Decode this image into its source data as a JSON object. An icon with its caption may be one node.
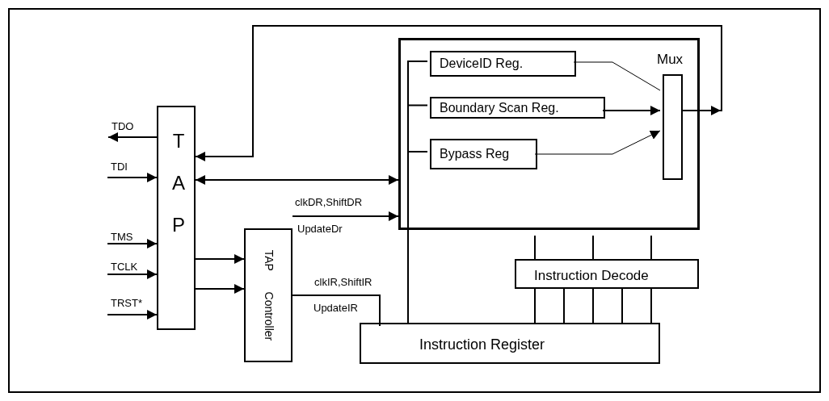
{
  "diagram": {
    "nodes": [
      {
        "text": [
          "T A P"
        ]
      },
      {
        "text": [
          "TAP Controller"
        ]
      },
      {
        "text": [],
        "shape": "box"
      },
      {
        "text": [
          "DeviceID Reg."
        ],
        "in": 2
      },
      {
        "text": [
          "Boundary Scan Reg."
        ],
        "in": 2
      },
      {
        "text": [
          "Bypass Reg"
        ],
        "in": 2
      },
      {
        "text": [
          "Mux"
        ],
        "in": 2
      },
      {
        "text": [
          "Instruction Decode"
        ]
      },
      {
        "text": [
          "Instruction Register"
        ]
      },
      {
        "text": [
          "TDO"
        ]
      },
      {
        "text": [
          "TDI"
        ]
      },
      {
        "text": [
          "TMS"
        ]
      },
      {
        "text": [
          "TCLK"
        ]
      },
      {
        "text": [
          "TRST*"
        ]
      }
    ],
    "edges": [
      {
        "from": 0,
        "to": 9,
        "arrow": "to"
      },
      {
        "from": 10,
        "to": 0,
        "arrow": "to"
      },
      {
        "from": 11,
        "to": 0,
        "arrow": "to"
      },
      {
        "from": 12,
        "to": 0,
        "arrow": "to"
      },
      {
        "from": 13,
        "to": 0,
        "arrow": "to"
      },
      {
        "from": 6,
        "to": 0,
        "arrow": "to"
      },
      {
        "from": 0,
        "to": 2,
        "arrow": "both"
      },
      {
        "from": 0,
        "to": 1,
        "arrow": "to"
      },
      {
        "from": 0,
        "to": 1,
        "arrow": "to"
      },
      {
        "from": 1,
        "to": 2,
        "arrow": "to",
        "label": "clkDR,ShiftDR"
      },
      {
        "from": 1,
        "to": 8,
        "arrow": "none",
        "label": "clkIR,ShiftIR"
      },
      {
        "from": 8,
        "to": 3,
        "arrow": "none"
      },
      {
        "from": 8,
        "to": 4,
        "arrow": "none"
      },
      {
        "from": 8,
        "to": 5,
        "arrow": "none"
      },
      {
        "from": 3,
        "to": 6,
        "arrow": "none"
      },
      {
        "from": 4,
        "to": 6,
        "arrow": "to"
      },
      {
        "from": 5,
        "to": 6,
        "arrow": "to"
      },
      {
        "from": 2,
        "to": 7,
        "arrow": "none"
      },
      {
        "from": 2,
        "to": 7,
        "arrow": "none"
      },
      {
        "from": 2,
        "to": 7,
        "arrow": "none"
      },
      {
        "from": 8,
        "to": 7,
        "arrow": "none"
      },
      {
        "from": 8,
        "to": 7,
        "arrow": "none"
      },
      {
        "from": 8,
        "to": 7,
        "arrow": "none"
      },
      {
        "from": 8,
        "to": 7,
        "arrow": "none"
      },
      {
        "from": 8,
        "to": 7,
        "arrow": "none"
      }
    ],
    "labels": [
      "UpdateDr",
      "UpdateIR"
    ]
  }
}
